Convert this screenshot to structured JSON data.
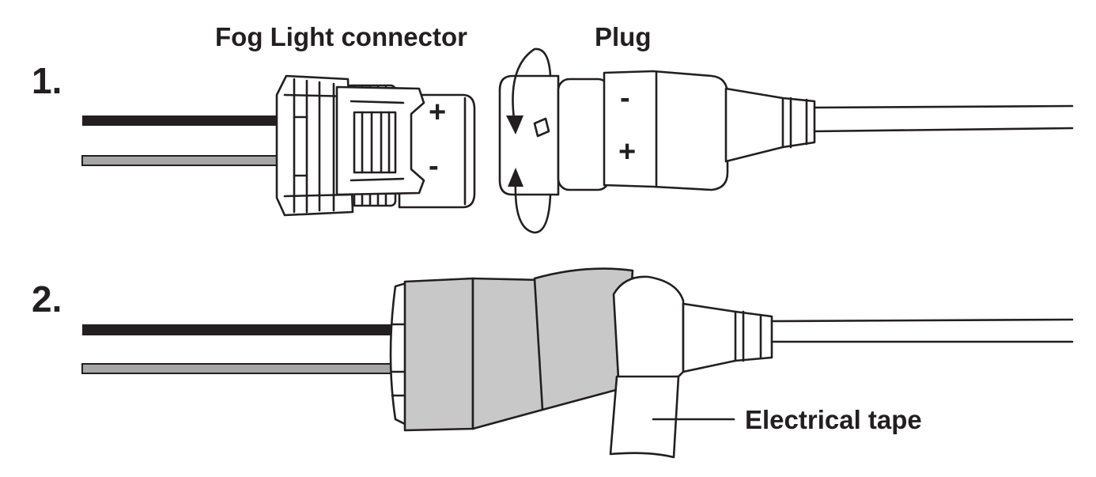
{
  "steps": {
    "step1": {
      "number": "1.",
      "connector_label": "Fog Light connector",
      "plug_label": "Plug",
      "connector_plus": "+",
      "connector_minus": "-",
      "plug_minus": "-",
      "plug_plus": "+"
    },
    "step2": {
      "number": "2.",
      "tape_label": "Electrical tape"
    }
  },
  "colors": {
    "line": "#231f20",
    "black_wire": "#231f20",
    "gray_wire": "#a6a6a6",
    "tape": "#c8c8c8"
  }
}
